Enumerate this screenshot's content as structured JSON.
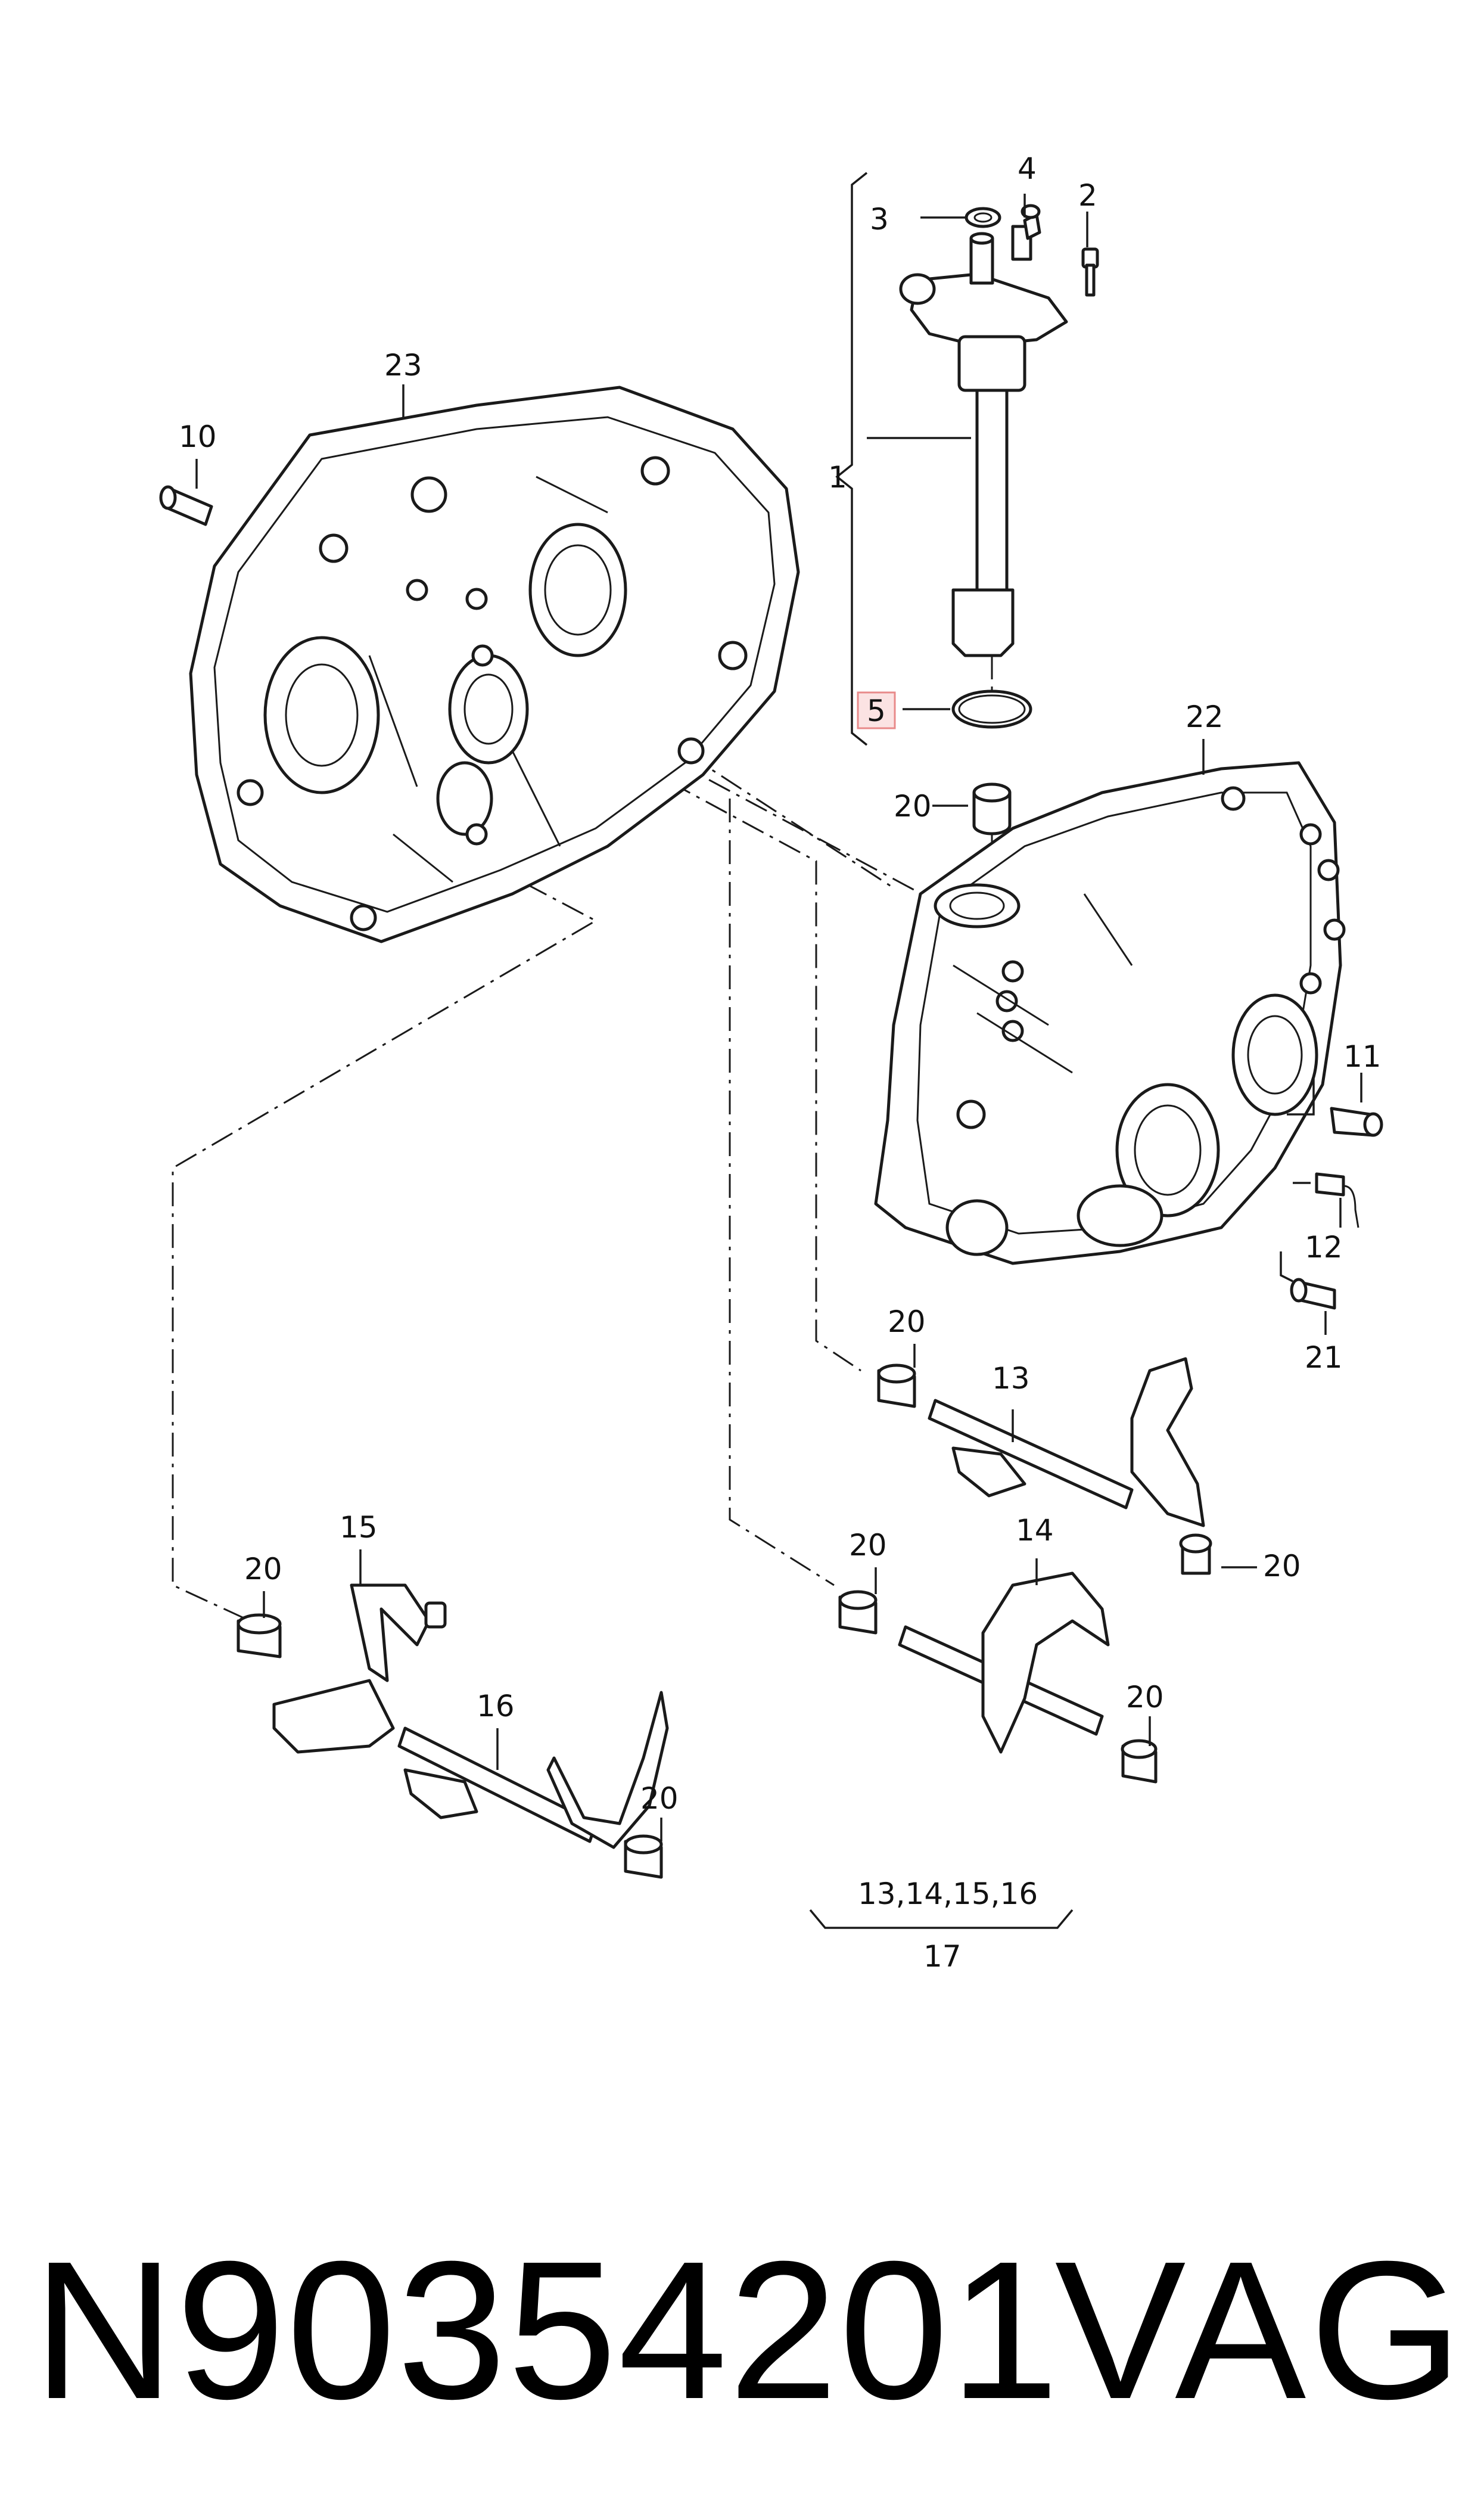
{
  "callouts": {
    "c1": "1",
    "c2": "2",
    "c3": "3",
    "c4": "4",
    "c5": "5",
    "c10": "10",
    "c11": "11",
    "c12": "12",
    "c13": "13",
    "c14": "14",
    "c15": "15",
    "c16": "16",
    "c17": "17",
    "c20": "20",
    "c21": "21",
    "c22": "22",
    "c23": "23",
    "set_members": "13,14,15,16"
  },
  "highlight": {
    "callout": "5",
    "color": "#e88a8a",
    "fill": "#fbe3e3"
  },
  "footer": {
    "part_number": "N90354201",
    "brand": "VAG"
  }
}
